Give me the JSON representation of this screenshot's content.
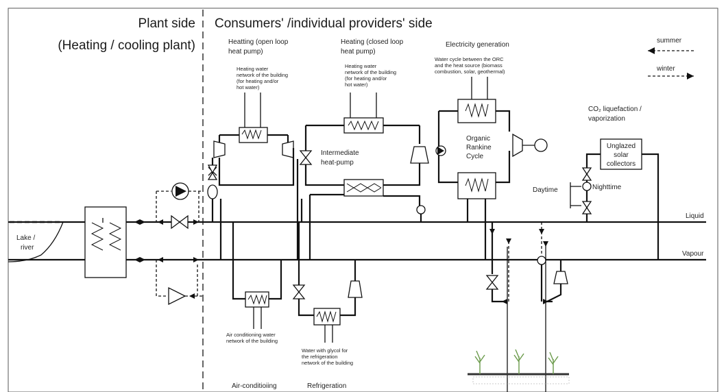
{
  "header": {
    "plant_side": "Plant side",
    "plant_sub": "(Heating / cooling plant)",
    "consumer_side": "Consumers' /individual providers' side"
  },
  "legend": {
    "summer": "summer",
    "winter": "winter"
  },
  "sections": {
    "hp_open": [
      "Heatting (open loop",
      "heat pump)"
    ],
    "hp_closed": [
      "Heating (closed loop",
      "heat pump)"
    ],
    "electricity": "Electricity generation",
    "co2": [
      "CO₂ liquefaction /",
      "vaporization"
    ],
    "air_cond": "Air-conditioiing",
    "refrig": "Refrigeration"
  },
  "notes": {
    "open_loop": [
      "Heating water",
      "network of the building",
      "(for heating and/or",
      "hot water)"
    ],
    "closed_loop": [
      "Heating water",
      "network of the building",
      "(for heating and/or",
      "hot water)"
    ],
    "orc_desc": [
      "Water cycle between the ORC",
      "and the heat source (biomass",
      "combustion, solar, geothermal)"
    ],
    "air_note": [
      "Air conditioning water",
      "network of the building"
    ],
    "glycol_note": [
      "Water with glycol for",
      "the refrigeration",
      "network of the building"
    ]
  },
  "labels": {
    "intermediate": [
      "Intermediate",
      "heat-pump"
    ],
    "orc": [
      "Organic",
      "Rankine",
      "Cycle"
    ],
    "solar": [
      "Unglazed",
      "solar",
      "collectors"
    ],
    "daytime": "Daytime",
    "nighttime": "Nighttime",
    "lake": [
      "Lake /",
      "river"
    ],
    "liquid": "Liquid",
    "vapour": "Vapour"
  },
  "icons": [
    "pump-icon",
    "valve-icon",
    "compressor-icon",
    "heat-exchanger-icon",
    "generator-icon",
    "plant-icon",
    "arrow-icon"
  ]
}
